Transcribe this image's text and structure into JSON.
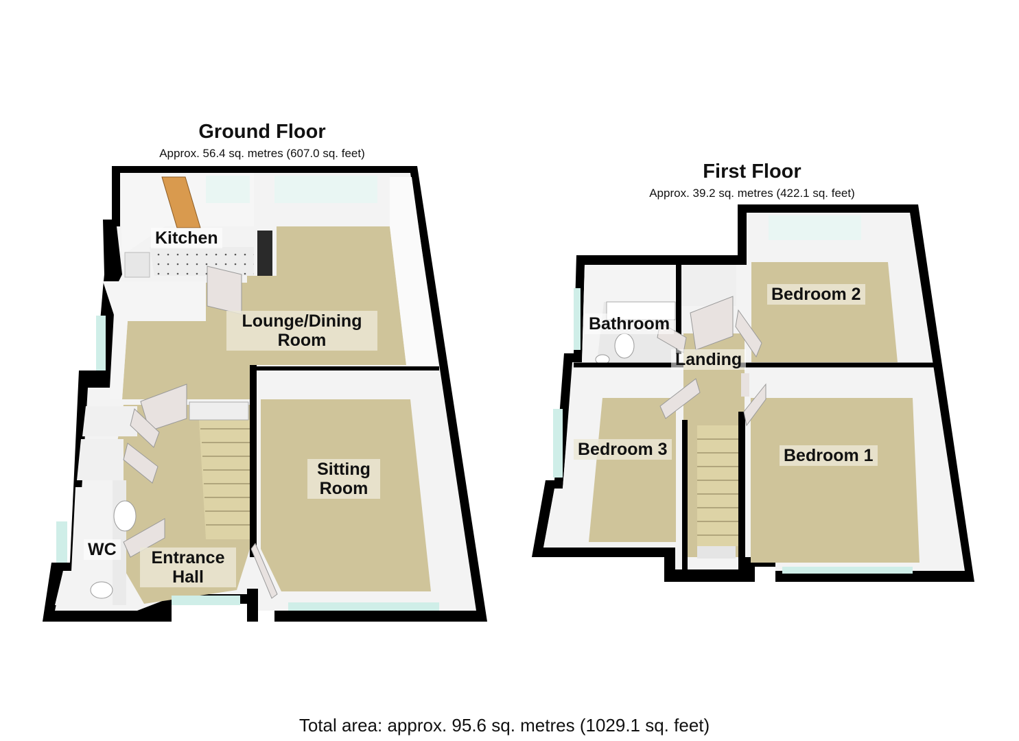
{
  "ground_floor": {
    "title": "Ground Floor",
    "area": "Approx. 56.4 sq. metres (607.0 sq. feet)",
    "rooms": {
      "kitchen": "Kitchen",
      "lounge_line1": "Lounge/Dining",
      "lounge_line2": "Room",
      "sitting_line1": "Sitting",
      "sitting_line2": "Room",
      "wc": "WC",
      "hall_line1": "Entrance",
      "hall_line2": "Hall"
    }
  },
  "first_floor": {
    "title": "First Floor",
    "area": "Approx. 39.2 sq. metres (422.1 sq. feet)",
    "rooms": {
      "bathroom": "Bathroom",
      "landing": "Landing",
      "bedroom1": "Bedroom 1",
      "bedroom2": "Bedroom 2",
      "bedroom3": "Bedroom 3"
    }
  },
  "total_area": "Total area: approx. 95.6 sq. metres (1029.1 sq. feet)",
  "colors": {
    "wall": "#000000",
    "carpet": "#cfc49a",
    "wall_face": "#f3f3f3",
    "tile": "#ededed",
    "stairs": "#ddd3a6",
    "door": "#e8e2e0",
    "window": "#cfeee8",
    "kitchen_door": "#d99a4e"
  }
}
